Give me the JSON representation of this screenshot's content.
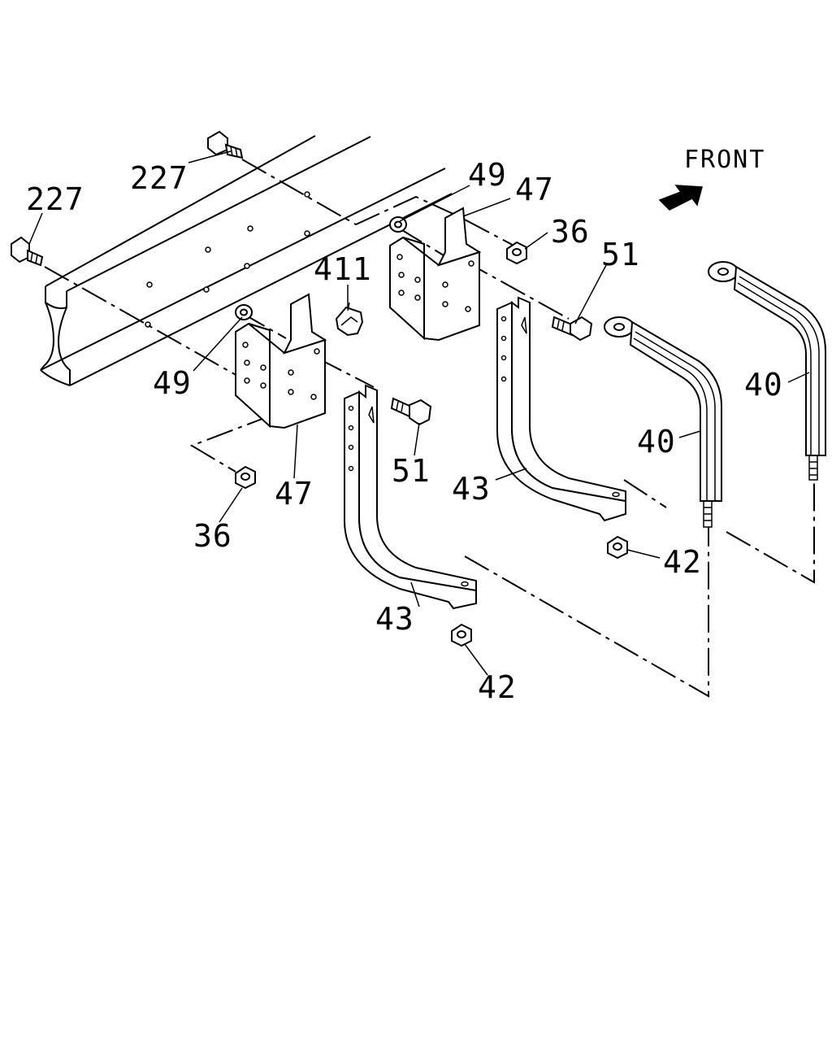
{
  "diagram": {
    "direction_label": "FRONT",
    "direction_icon": "arrow-icon",
    "callouts": {
      "bolt_227_upper": "227",
      "bolt_227_left": "227",
      "washer_49_right": "49",
      "bracket_47_right": "47",
      "nut_36_right": "36",
      "bolt_51_right": "51",
      "clip_411": "411",
      "washer_49_left": "49",
      "bracket_47_left": "47",
      "nut_36_left": "36",
      "bolt_51_left": "51",
      "strap_40_right": "40",
      "strap_40_middle": "40",
      "support_43_right": "43",
      "support_43_left": "43",
      "nut_42_right": "42",
      "nut_42_left": "42"
    }
  }
}
